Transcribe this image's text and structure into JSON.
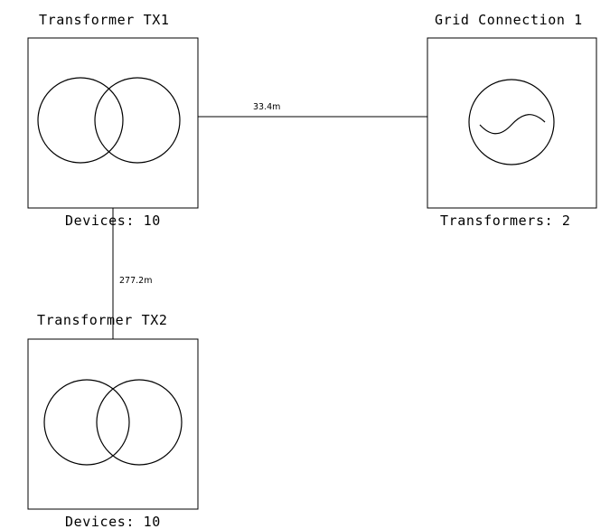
{
  "nodes": {
    "tx1": {
      "title": "Transformer TX1",
      "footer": "Devices: 10",
      "symbol": "transformer-icon"
    },
    "grid": {
      "title": "Grid Connection 1",
      "footer": "Transformers: 2",
      "symbol": "ac-source-icon"
    },
    "tx2": {
      "title": "Transformer TX2",
      "footer": "Devices: 10",
      "symbol": "transformer-icon"
    }
  },
  "edges": {
    "tx1_grid": {
      "length": "33.4m"
    },
    "tx1_tx2": {
      "length": "277.2m"
    }
  },
  "colors": {
    "line": "#000000",
    "background": "#ffffff"
  }
}
